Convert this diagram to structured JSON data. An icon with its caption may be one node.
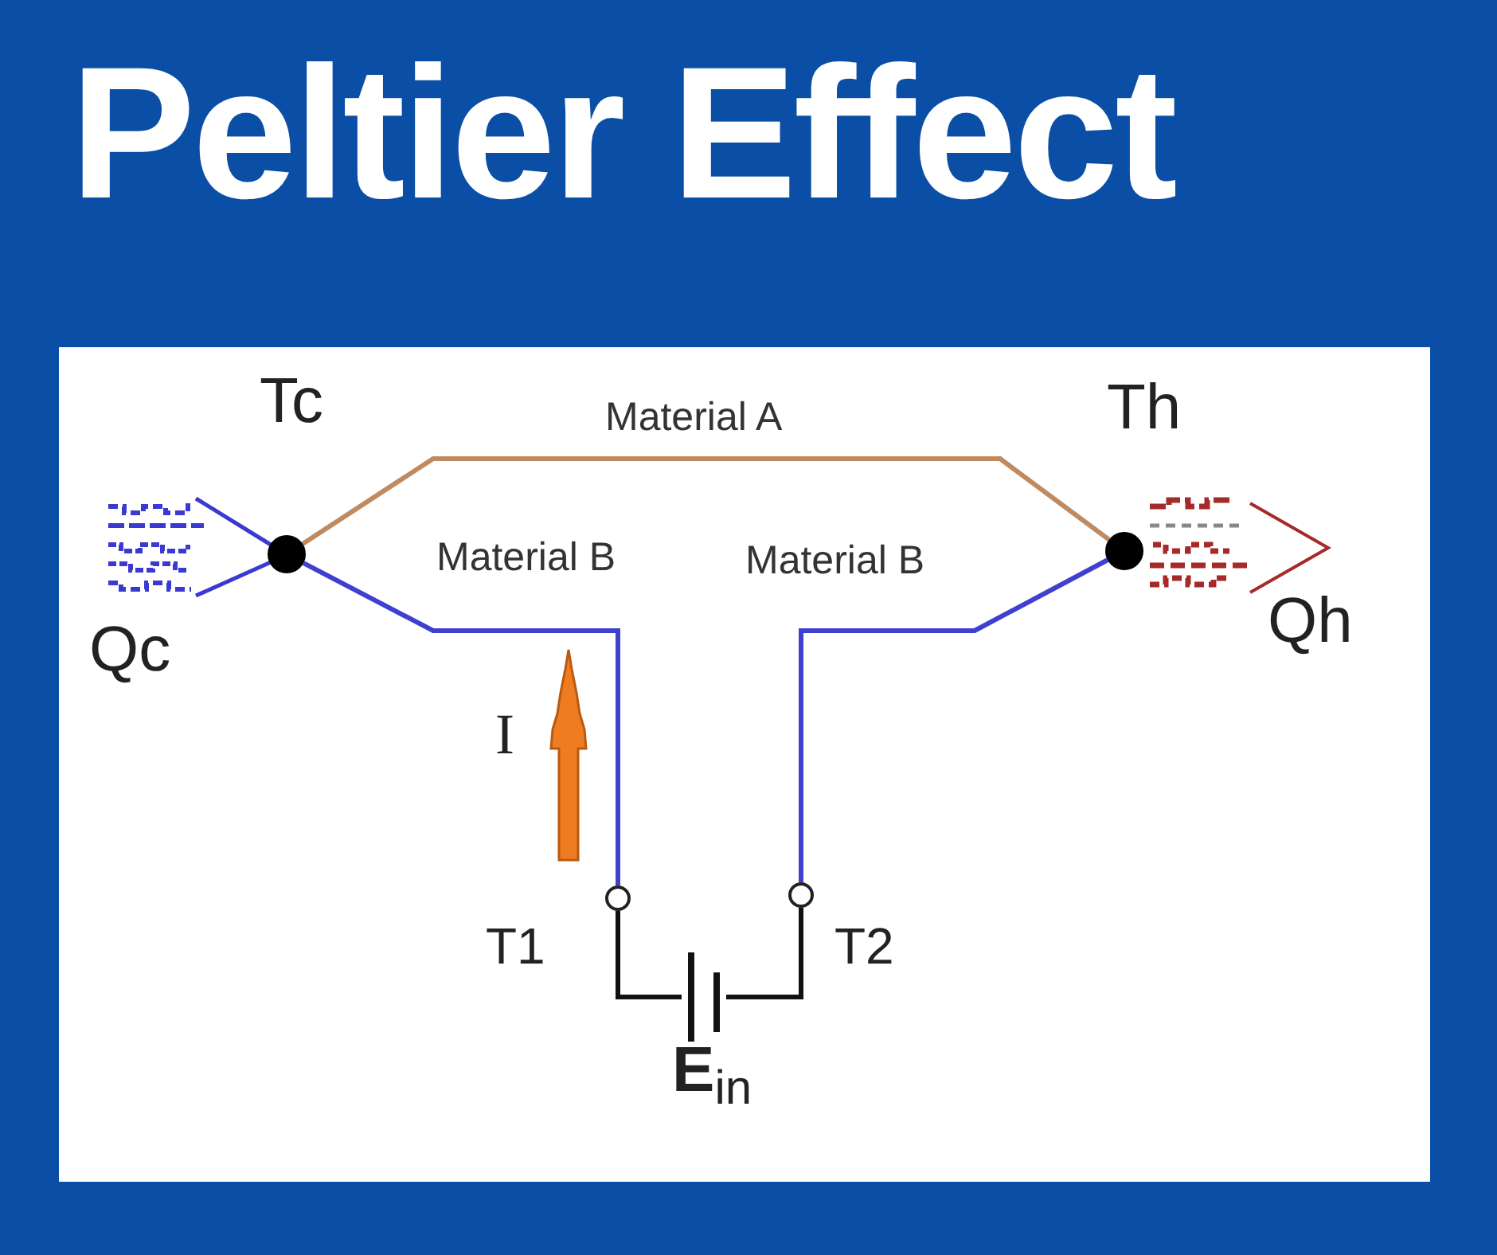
{
  "diagram": {
    "title": "Peltier Effect",
    "nodes": [
      {
        "text": [],
        "shape": "circle",
        "beside": [
          "Tc"
        ]
      },
      {
        "text": [],
        "shape": "circle",
        "beside": [
          "Th"
        ]
      },
      {
        "text": [],
        "shape": "circle",
        "beside": [
          "T1"
        ]
      },
      {
        "text": [],
        "shape": "circle",
        "beside": [
          "T2"
        ]
      },
      {
        "text": [],
        "shape": "battery",
        "beside": [
          "**E**$_{in}$"
        ]
      }
    ],
    "edges": [
      {
        "from": 0,
        "to": 1,
        "arrow": "none",
        "label": "Material A",
        "color": "#c08a60"
      },
      {
        "from": 0,
        "to": 2,
        "arrow": "none",
        "label": "Material B",
        "color": "#4040d0"
      },
      {
        "from": 2,
        "to": 4,
        "arrow": "none",
        "color": "#111111"
      },
      {
        "from": 1,
        "to": 3,
        "arrow": "none",
        "label": "Material B",
        "color": "#4040d0"
      },
      {
        "from": 4,
        "to": 3,
        "arrow": "none",
        "color": "#111111"
      }
    ],
    "labels": [
      "Qc",
      "Qh",
      "I"
    ]
  }
}
